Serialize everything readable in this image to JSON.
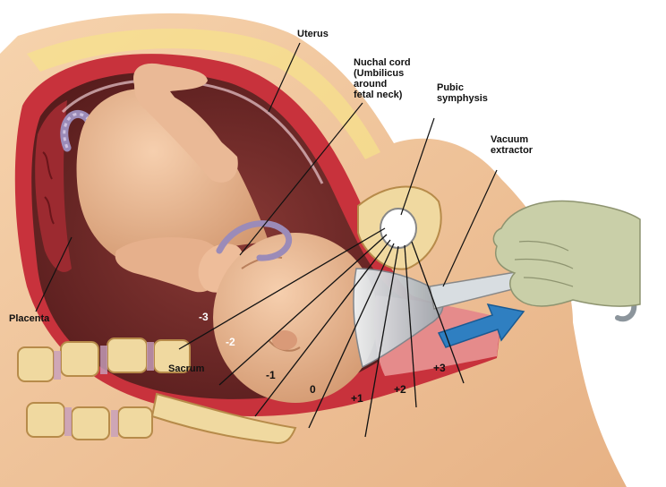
{
  "labels": {
    "uterus": "Uterus",
    "nuchal_cord": "Nuchal cord\n(Umbilicus\naround\nfetal neck)",
    "pubic_symphysis": "Pubic\nsymphysis",
    "vacuum_extractor": "Vacuum\nextractor",
    "placenta": "Placenta",
    "sacrum": "Sacrum"
  },
  "stations": [
    "-3",
    "-2",
    "-1",
    "0",
    "+1",
    "+2",
    "+3"
  ],
  "colors": {
    "skin": "#f2c9a0",
    "uterine_wall": "#c8323c",
    "fetus": "#e9b48f",
    "cavity": "#6e2426",
    "bone": "#f0d9a0",
    "glove": "#c9cfa8",
    "arrow": "#2f7fc1",
    "cup": "#cfd4d8"
  }
}
